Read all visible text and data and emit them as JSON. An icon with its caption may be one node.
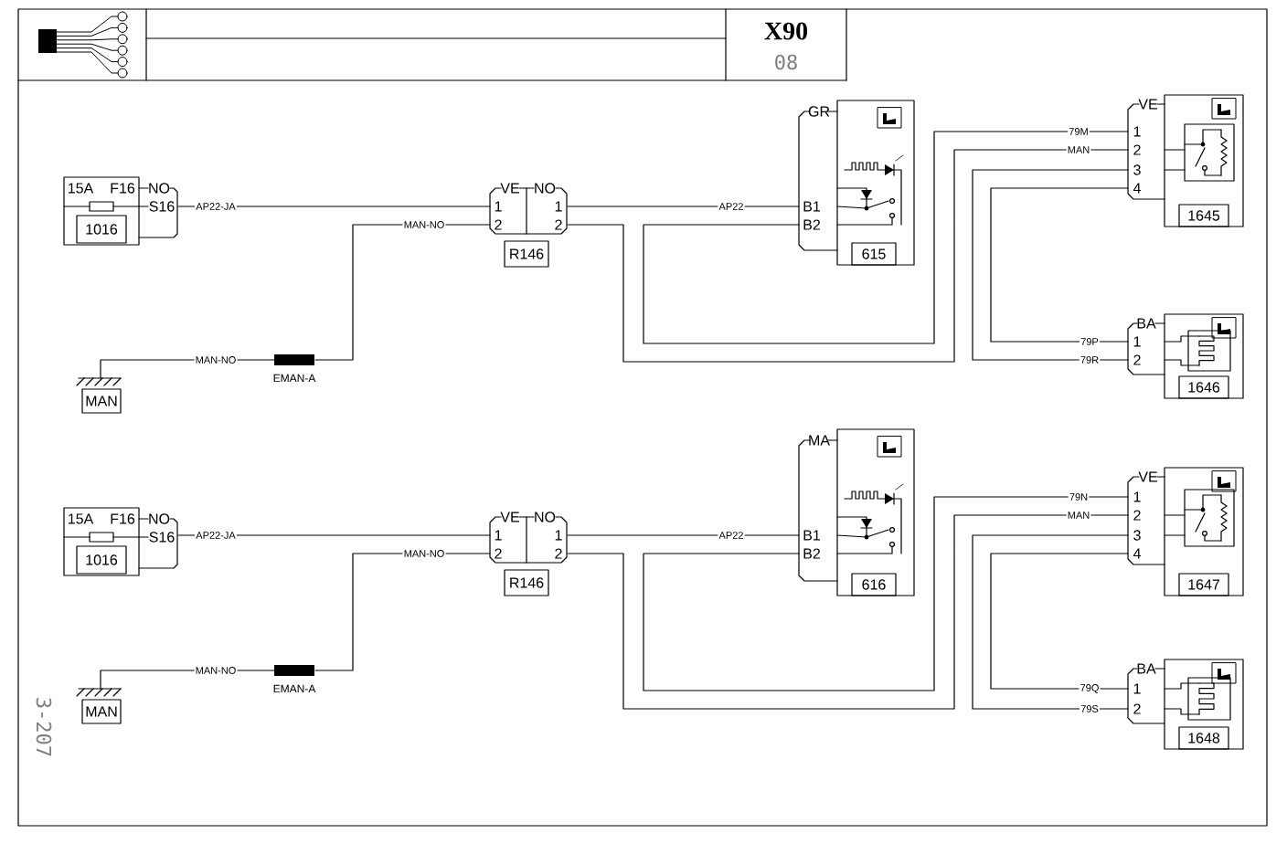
{
  "diagram": {
    "nodes": [
      {
        "text": [
          "15A",
          "F16",
          "1016"
        ]
      },
      {
        "text": [
          "NO",
          "S16"
        ]
      },
      {
        "text": [
          "VE",
          "NO",
          "1",
          "2",
          "1",
          "2",
          "R146"
        ]
      },
      {
        "text": [],
        "shape": "bar",
        "beside": [
          "EMAN-A"
        ]
      },
      {
        "text": [
          "MAN"
        ]
      },
      {
        "text": [
          "GR",
          "B1",
          "B2",
          "615"
        ]
      },
      {
        "text": [
          "VE",
          "1",
          "2",
          "3",
          "4",
          "1645"
        ]
      },
      {
        "text": [
          "BA",
          "1",
          "2",
          "1646"
        ]
      },
      {
        "text": [
          "15A",
          "F16",
          "1016"
        ]
      },
      {
        "text": [
          "NO",
          "S16"
        ]
      },
      {
        "text": [
          "VE",
          "NO",
          "1",
          "2",
          "1",
          "2",
          "R146"
        ]
      },
      {
        "text": [],
        "shape": "bar",
        "beside": [
          "EMAN-A"
        ]
      },
      {
        "text": [
          "MAN"
        ]
      },
      {
        "text": [
          "MA",
          "B1",
          "B2",
          "616"
        ]
      },
      {
        "text": [
          "VE",
          "1",
          "2",
          "3",
          "4",
          "1647"
        ]
      },
      {
        "text": [
          "BA",
          "1",
          "2",
          "1648"
        ]
      }
    ],
    "edges": [
      {
        "from": 1,
        "to": 2,
        "arrow": "none",
        "label": "AP22-JA"
      },
      {
        "from": 4,
        "to": 3,
        "arrow": "none",
        "label": "MAN-NO"
      },
      {
        "from": 3,
        "to": 2,
        "arrow": "none",
        "label": "MAN-NO"
      },
      {
        "from": 2,
        "to": 5,
        "arrow": "none",
        "label": "AP22"
      },
      {
        "from": 2,
        "to": 6,
        "arrow": "none",
        "label": "MAN"
      },
      {
        "from": 5,
        "to": 6,
        "arrow": "none",
        "label": "79M"
      },
      {
        "from": 6,
        "to": 7,
        "arrow": "none",
        "label": "79R"
      },
      {
        "from": 6,
        "to": 7,
        "arrow": "none",
        "label": "79P"
      },
      {
        "from": 9,
        "to": 10,
        "arrow": "none",
        "label": "AP22-JA"
      },
      {
        "from": 12,
        "to": 11,
        "arrow": "none",
        "label": "MAN-NO"
      },
      {
        "from": 11,
        "to": 10,
        "arrow": "none",
        "label": "MAN-NO"
      },
      {
        "from": 10,
        "to": 13,
        "arrow": "none",
        "label": "AP22"
      },
      {
        "from": 10,
        "to": 14,
        "arrow": "none",
        "label": "MAN"
      },
      {
        "from": 13,
        "to": 14,
        "arrow": "none",
        "label": "79N"
      },
      {
        "from": 14,
        "to": 15,
        "arrow": "none",
        "label": "79S"
      },
      {
        "from": 14,
        "to": 15,
        "arrow": "none",
        "label": "79Q"
      }
    ],
    "labels": [
      "X90",
      "08",
      "3-207"
    ]
  }
}
